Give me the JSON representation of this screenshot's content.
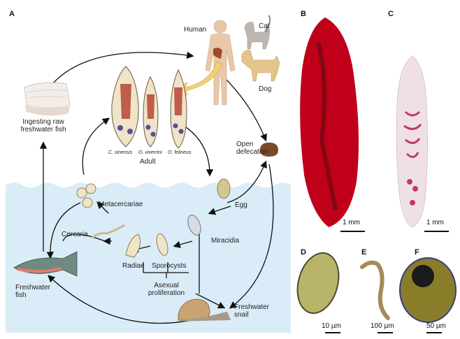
{
  "panels": {
    "a": "A",
    "b": "B",
    "c": "C",
    "d": "D",
    "e": "E",
    "f": "F"
  },
  "hosts": {
    "human": "Human",
    "cat": "Cat",
    "dog": "Dog",
    "ingesting": "Ingesting raw\nfreshwater fish",
    "open_defecation": "Open\ndefecation",
    "freshwater_fish": "Freshwater\nfish",
    "freshwater_snail": "Freshwater\nsnail"
  },
  "adults": {
    "species": [
      "C. sinensis",
      "O. viverrini",
      "O. felineus"
    ],
    "label": "Adult"
  },
  "stages": {
    "egg": "Egg",
    "miracidia": "Miracidia",
    "sporocysts": "Sporocysts",
    "radiae": "Radiae",
    "cercaria": "Cercaria",
    "metacercariae": "Metacercariae",
    "asexual": "Asexual\nproliferation"
  },
  "scales": {
    "b": "1 mm",
    "c": "1 mm",
    "d": "10 µm",
    "e": "100 µm",
    "f": "50 µm"
  },
  "colors": {
    "water": "#d9ecf8",
    "worm_red": "#c0001a",
    "stained_worm": "#e7d5de",
    "egg_color": "#d3c790"
  }
}
